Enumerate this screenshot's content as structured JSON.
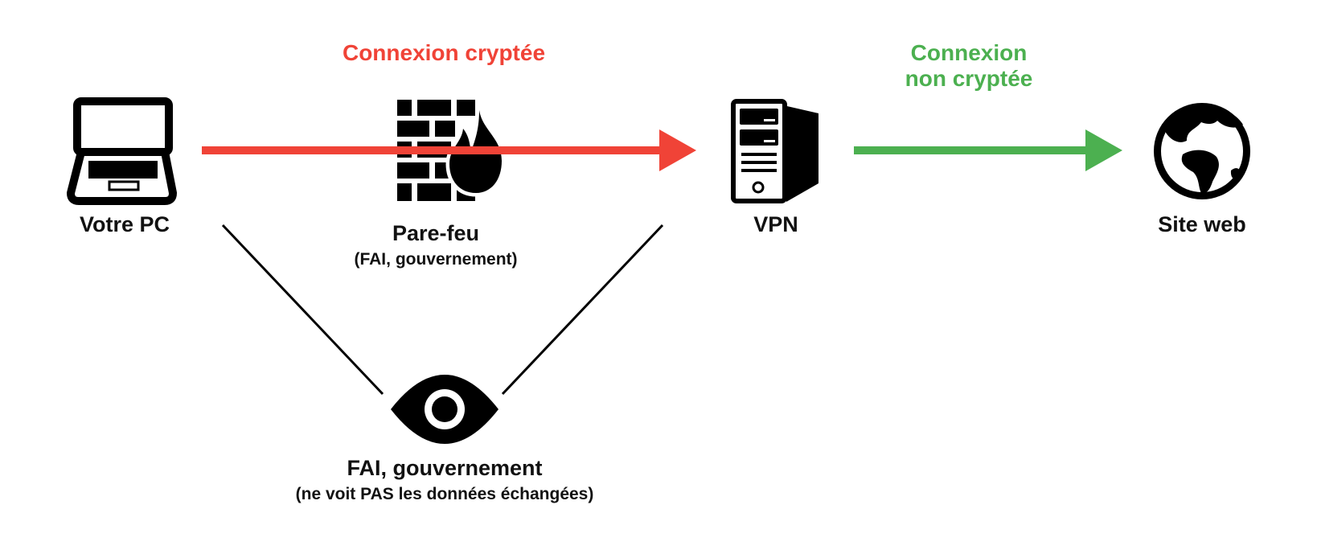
{
  "colors": {
    "encrypted": "#f04337",
    "unencrypted": "#4cb050",
    "icon": "#000000",
    "text": "#111111"
  },
  "nodes": {
    "pc": {
      "label": "Votre PC",
      "icon": "laptop-icon"
    },
    "firewall": {
      "label": "Pare-feu",
      "sublabel": "(FAI, gouvernement)",
      "icon": "firewall-icon"
    },
    "vpn": {
      "label": "VPN",
      "icon": "server-icon"
    },
    "website": {
      "label": "Site web",
      "icon": "globe-icon"
    },
    "observer": {
      "label": "FAI, gouvernement",
      "sublabel": "(ne voit PAS les données échangées)",
      "icon": "eye-icon"
    }
  },
  "connections": {
    "encrypted": {
      "label": "Connexion cryptée"
    },
    "unencrypted": {
      "line1": "Connexion",
      "line2": "non cryptée"
    }
  }
}
